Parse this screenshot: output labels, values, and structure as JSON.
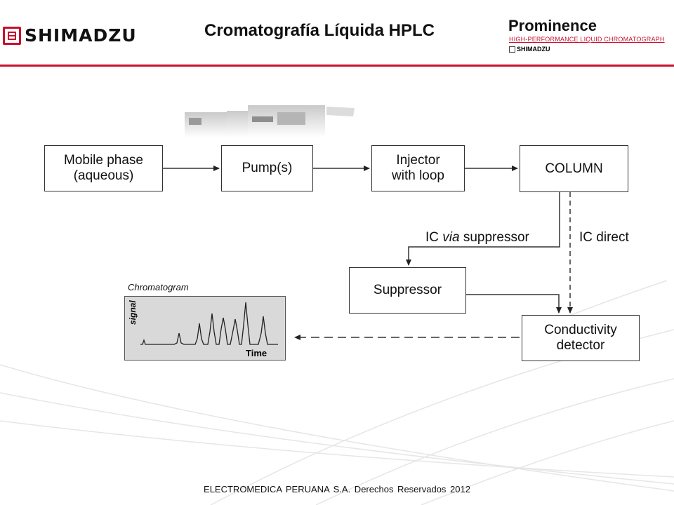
{
  "header": {
    "logo_text": "SHIMADZU",
    "title": "Cromatografía Líquida HPLC",
    "brand_name": "Prominence",
    "brand_subtitle": "HIGH-PERFORMANCE  LIQUID  CHROMATOGRAPH",
    "brand_small": "SHIMADZU"
  },
  "diagram": {
    "boxes": {
      "mobile_phase": "Mobile phase\n(aqueous)",
      "pump": "Pump(s)",
      "injector": "Injector\nwith loop",
      "column": "COLUMN",
      "suppressor": "Suppressor",
      "detector": "Conductivity\ndetector"
    },
    "labels": {
      "ic_via_prefix": "IC",
      "ic_via_italic": "via",
      "ic_via_suffix": "suppressor",
      "ic_direct": "IC direct"
    },
    "chromatogram": {
      "title": "Chromatogram",
      "y_label": "signal",
      "x_label": "Time"
    }
  },
  "footer": {
    "text": "ELECTROMEDICA PERUANA S.A.   Derechos Reservados   2012"
  },
  "colors": {
    "accent_red": "#c8102e",
    "line": "#333333",
    "chromatogram_bg": "#d9d9d9"
  }
}
